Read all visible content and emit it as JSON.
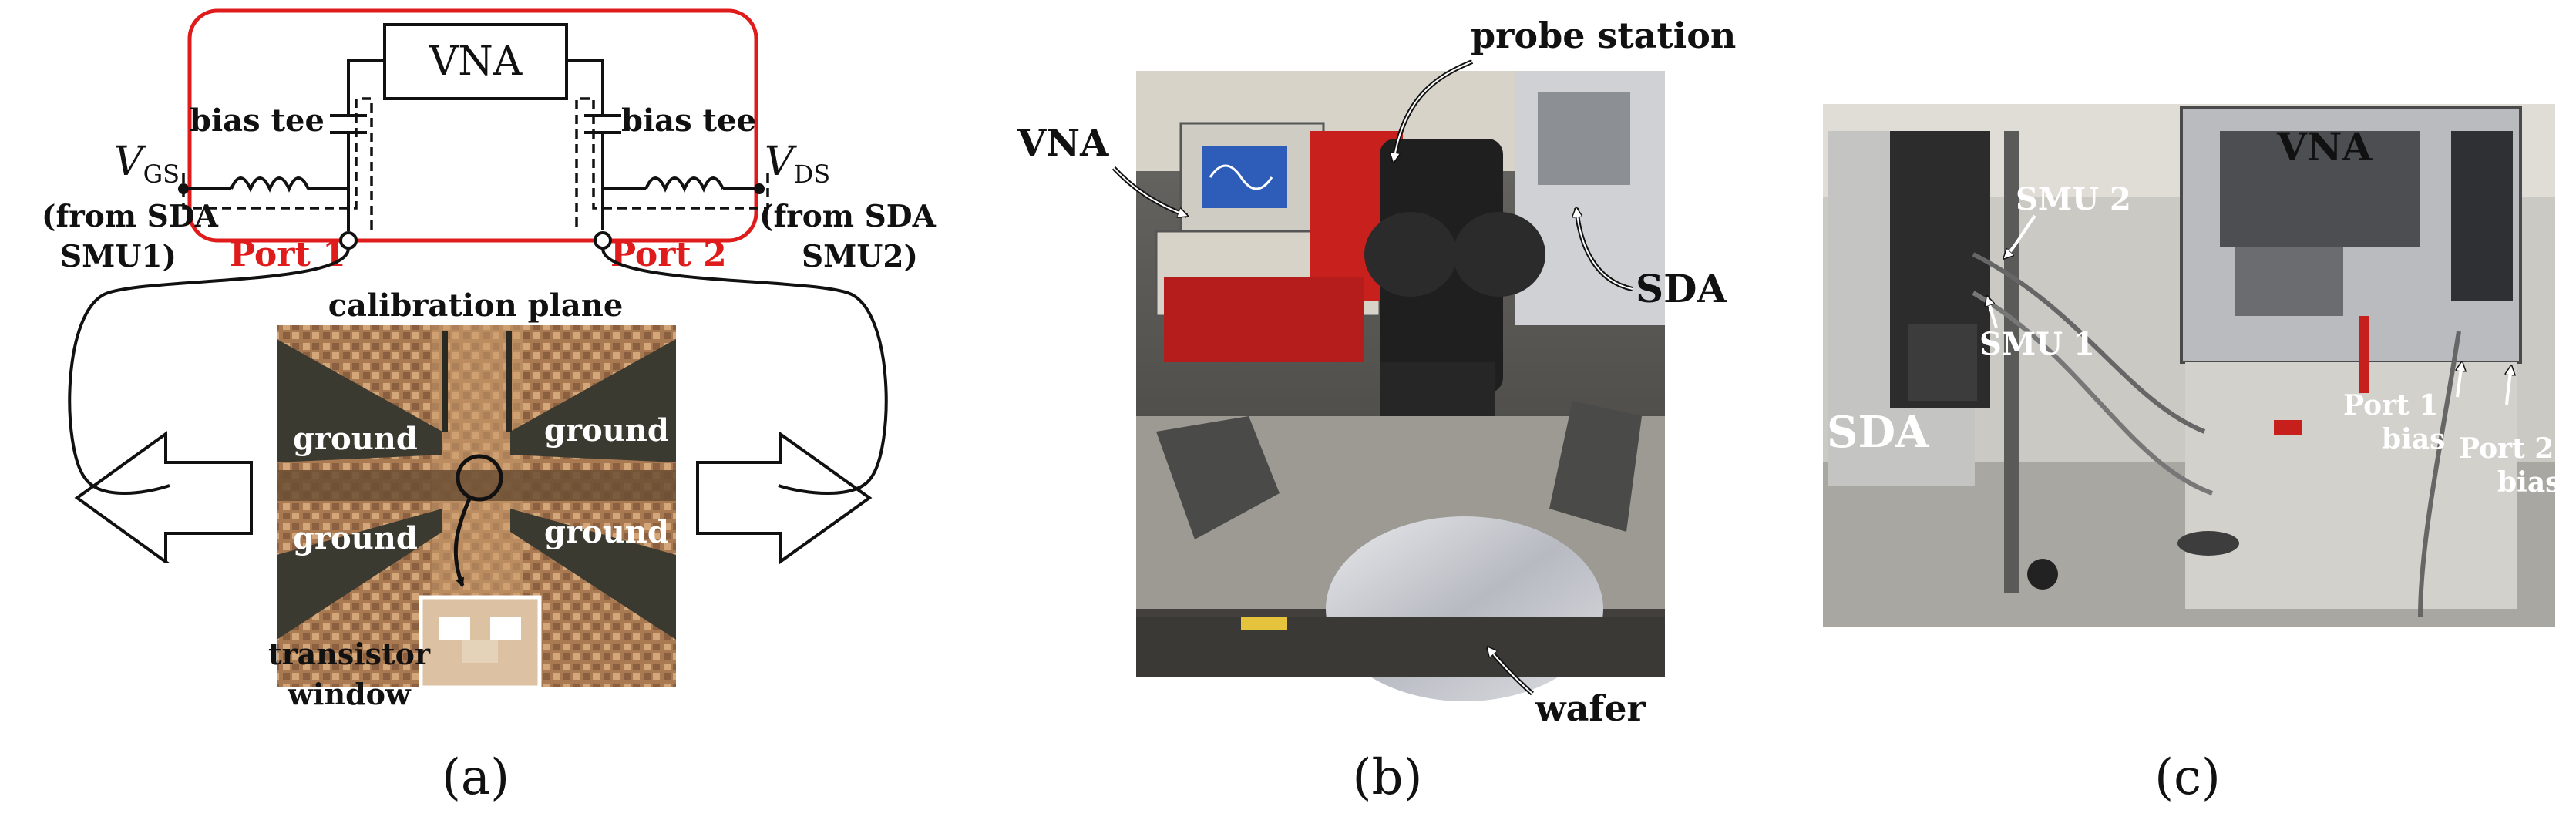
{
  "panel_a": {
    "vna": "VNA",
    "bias_tee_left": "bias tee",
    "bias_tee_right": "bias tee",
    "vgs_main": "V",
    "vgs_sub": "GS",
    "vds_main": "V",
    "vds_sub": "DS",
    "from_sda_left_1": "(from SDA",
    "from_sda_left_2": "SMU1)",
    "from_sda_right_1": "(from SDA",
    "from_sda_right_2": "SMU2)",
    "port1": "Port 1",
    "port2": "Port 2",
    "calibration_plane": "calibration plane",
    "ground_tl": "ground",
    "ground_tr": "ground",
    "ground_bl": "ground",
    "ground_br": "ground",
    "transistor_1": "transistor",
    "transistor_2": "window",
    "caption": "(a)"
  },
  "panel_b": {
    "probe_station": "probe station",
    "vna": "VNA",
    "sda": "SDA",
    "wafer": "wafer",
    "caption": "(b)"
  },
  "panel_c": {
    "vna": "VNA",
    "smu2": "SMU 2",
    "smu1": "SMU 1",
    "sda": "SDA",
    "port1_1": "Port 1",
    "port1_2": "bias",
    "port2_1": "Port 2",
    "port2_2": "bias",
    "caption": "(c)"
  },
  "colors": {
    "accent_red": "#e01b1b"
  }
}
